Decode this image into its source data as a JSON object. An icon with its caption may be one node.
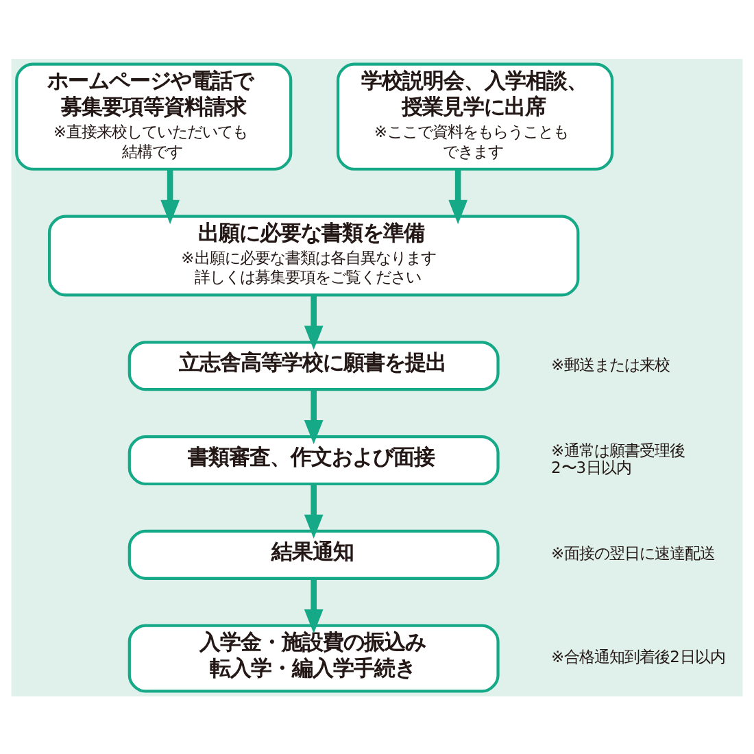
{
  "diagram": {
    "nodes": [
      {
        "text": [
          "ホームページや電話で募集要項等資料請求",
          "※直接来校していただいても結構です"
        ]
      },
      {
        "text": [
          "学校説明会、入学相談、授業見学に出席",
          "※ここで資料をもらうこともできます"
        ]
      },
      {
        "text": [
          "出願に必要な書類を準備",
          "※出願に必要な書類は各自異なります詳しくは募集要項をご覧ください"
        ]
      },
      {
        "text": [
          "立志舎高等学校に願書を提出"
        ],
        "beside": [
          "※郵送または来校"
        ]
      },
      {
        "text": [
          "書類審査、作文および面接"
        ],
        "beside": [
          "※通常は願書受理後2〜3日以内"
        ]
      },
      {
        "text": [
          "結果通知"
        ],
        "beside": [
          "※面接の翌日に速達配送"
        ]
      },
      {
        "text": [
          "入学金・施設費の振込み転入学・編入学手続き"
        ],
        "beside": [
          "※合格通知到着後2日以内"
        ]
      }
    ],
    "edges": [
      {
        "from": 0,
        "to": 2,
        "arrow": "to"
      },
      {
        "from": 1,
        "to": 2,
        "arrow": "to"
      },
      {
        "from": 2,
        "to": 3,
        "arrow": "to"
      },
      {
        "from": 3,
        "to": 4,
        "arrow": "to"
      },
      {
        "from": 4,
        "to": 5,
        "arrow": "to"
      },
      {
        "from": 5,
        "to": 6,
        "arrow": "to"
      }
    ]
  }
}
